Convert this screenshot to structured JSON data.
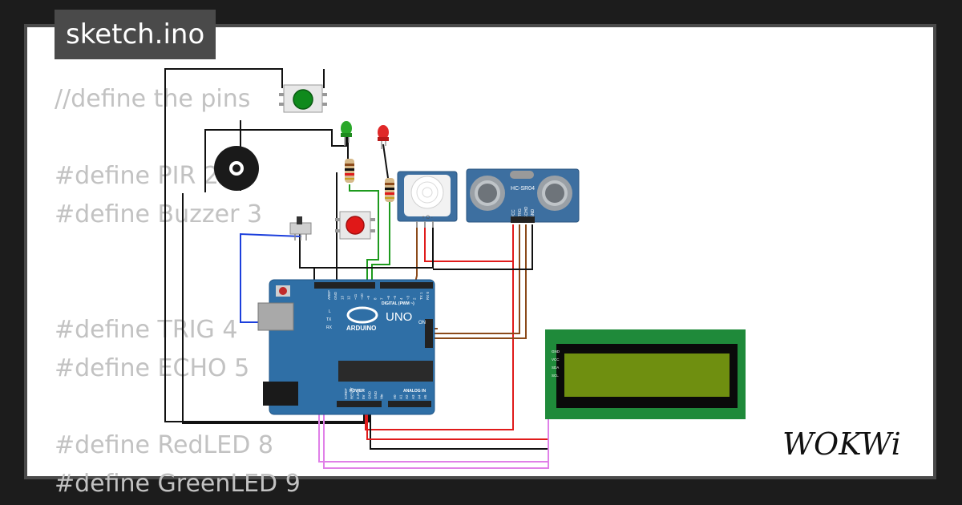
{
  "file_tab": {
    "label": "sketch.ino"
  },
  "code_lines": [
    "//define the pins",
    "",
    "#define PIR 2",
    "#define Buzzer 3",
    "",
    "",
    "#define TRIG 4",
    "#define ECHO 5",
    "",
    "#define RedLED 8",
    "#define GreenLED 9"
  ],
  "arduino": {
    "brand": "ARDUINO",
    "model": "UNO",
    "digital_label": "DIGITAL (PWM ~)",
    "on_label": "ON",
    "power_label": "POWER",
    "analog_label": "ANALOG IN",
    "left_labels": [
      "L",
      "TX",
      "RX"
    ],
    "top_pins": [
      "AREF",
      "GND",
      "13",
      "12",
      "~11",
      "~10",
      "~9",
      "8",
      "7",
      "~6",
      "~5",
      "4",
      "~3",
      "2",
      "TX 1",
      "RX 0"
    ],
    "power_pins": [
      "IOREF",
      "RESET",
      "3.3V",
      "5V",
      "GND",
      "GND",
      "Vin"
    ],
    "analog_pins": [
      "A0",
      "A1",
      "A2",
      "A3",
      "A4",
      "A5"
    ]
  },
  "ultrasonic": {
    "model": "HC-SR04",
    "pins": [
      "VCC",
      "TRIG",
      "ECHO",
      "GND"
    ]
  },
  "lcd": {
    "pins": [
      "GND",
      "VCC",
      "SDA",
      "SCL"
    ]
  },
  "logo": {
    "text": "WOKWi"
  },
  "colors": {
    "board": "#2f6fa6",
    "lcd_board": "#1f8a3a",
    "lcd_screen": "#6f8f10",
    "sensor_board": "#3d6fa0",
    "wire_black": "#111111",
    "wire_red": "#e01b1b",
    "wire_green": "#1e9a1e",
    "wire_brown": "#8b4a1a",
    "wire_blue": "#1c3fdc",
    "wire_pink": "#e080e8",
    "led_green": "#2aa82a",
    "led_red": "#e02828",
    "button_green": "#0f8a1c",
    "button_red": "#e01818"
  }
}
